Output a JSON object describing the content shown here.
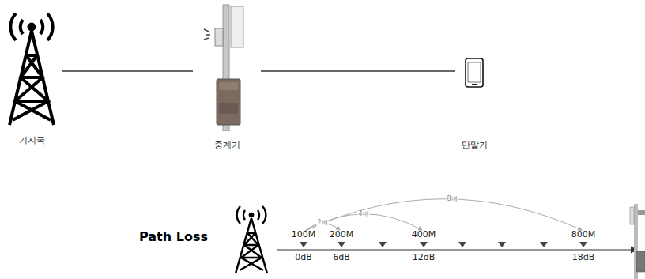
{
  "diagram": {
    "nodes": [
      {
        "text": [
          "기지국"
        ]
      },
      {
        "text": [
          "중계기"
        ]
      },
      {
        "text": [
          "단말기"
        ]
      }
    ],
    "edges": [
      {
        "from": 0,
        "to": 1,
        "arrow": "none"
      },
      {
        "from": 1,
        "to": 2,
        "arrow": "none"
      }
    ],
    "labels": [
      "Path Loss",
      "100M",
      "200M",
      "400M",
      "800M",
      "0dB",
      "6dB",
      "12dB",
      "18dB",
      "2배",
      "4배",
      "8배"
    ]
  }
}
